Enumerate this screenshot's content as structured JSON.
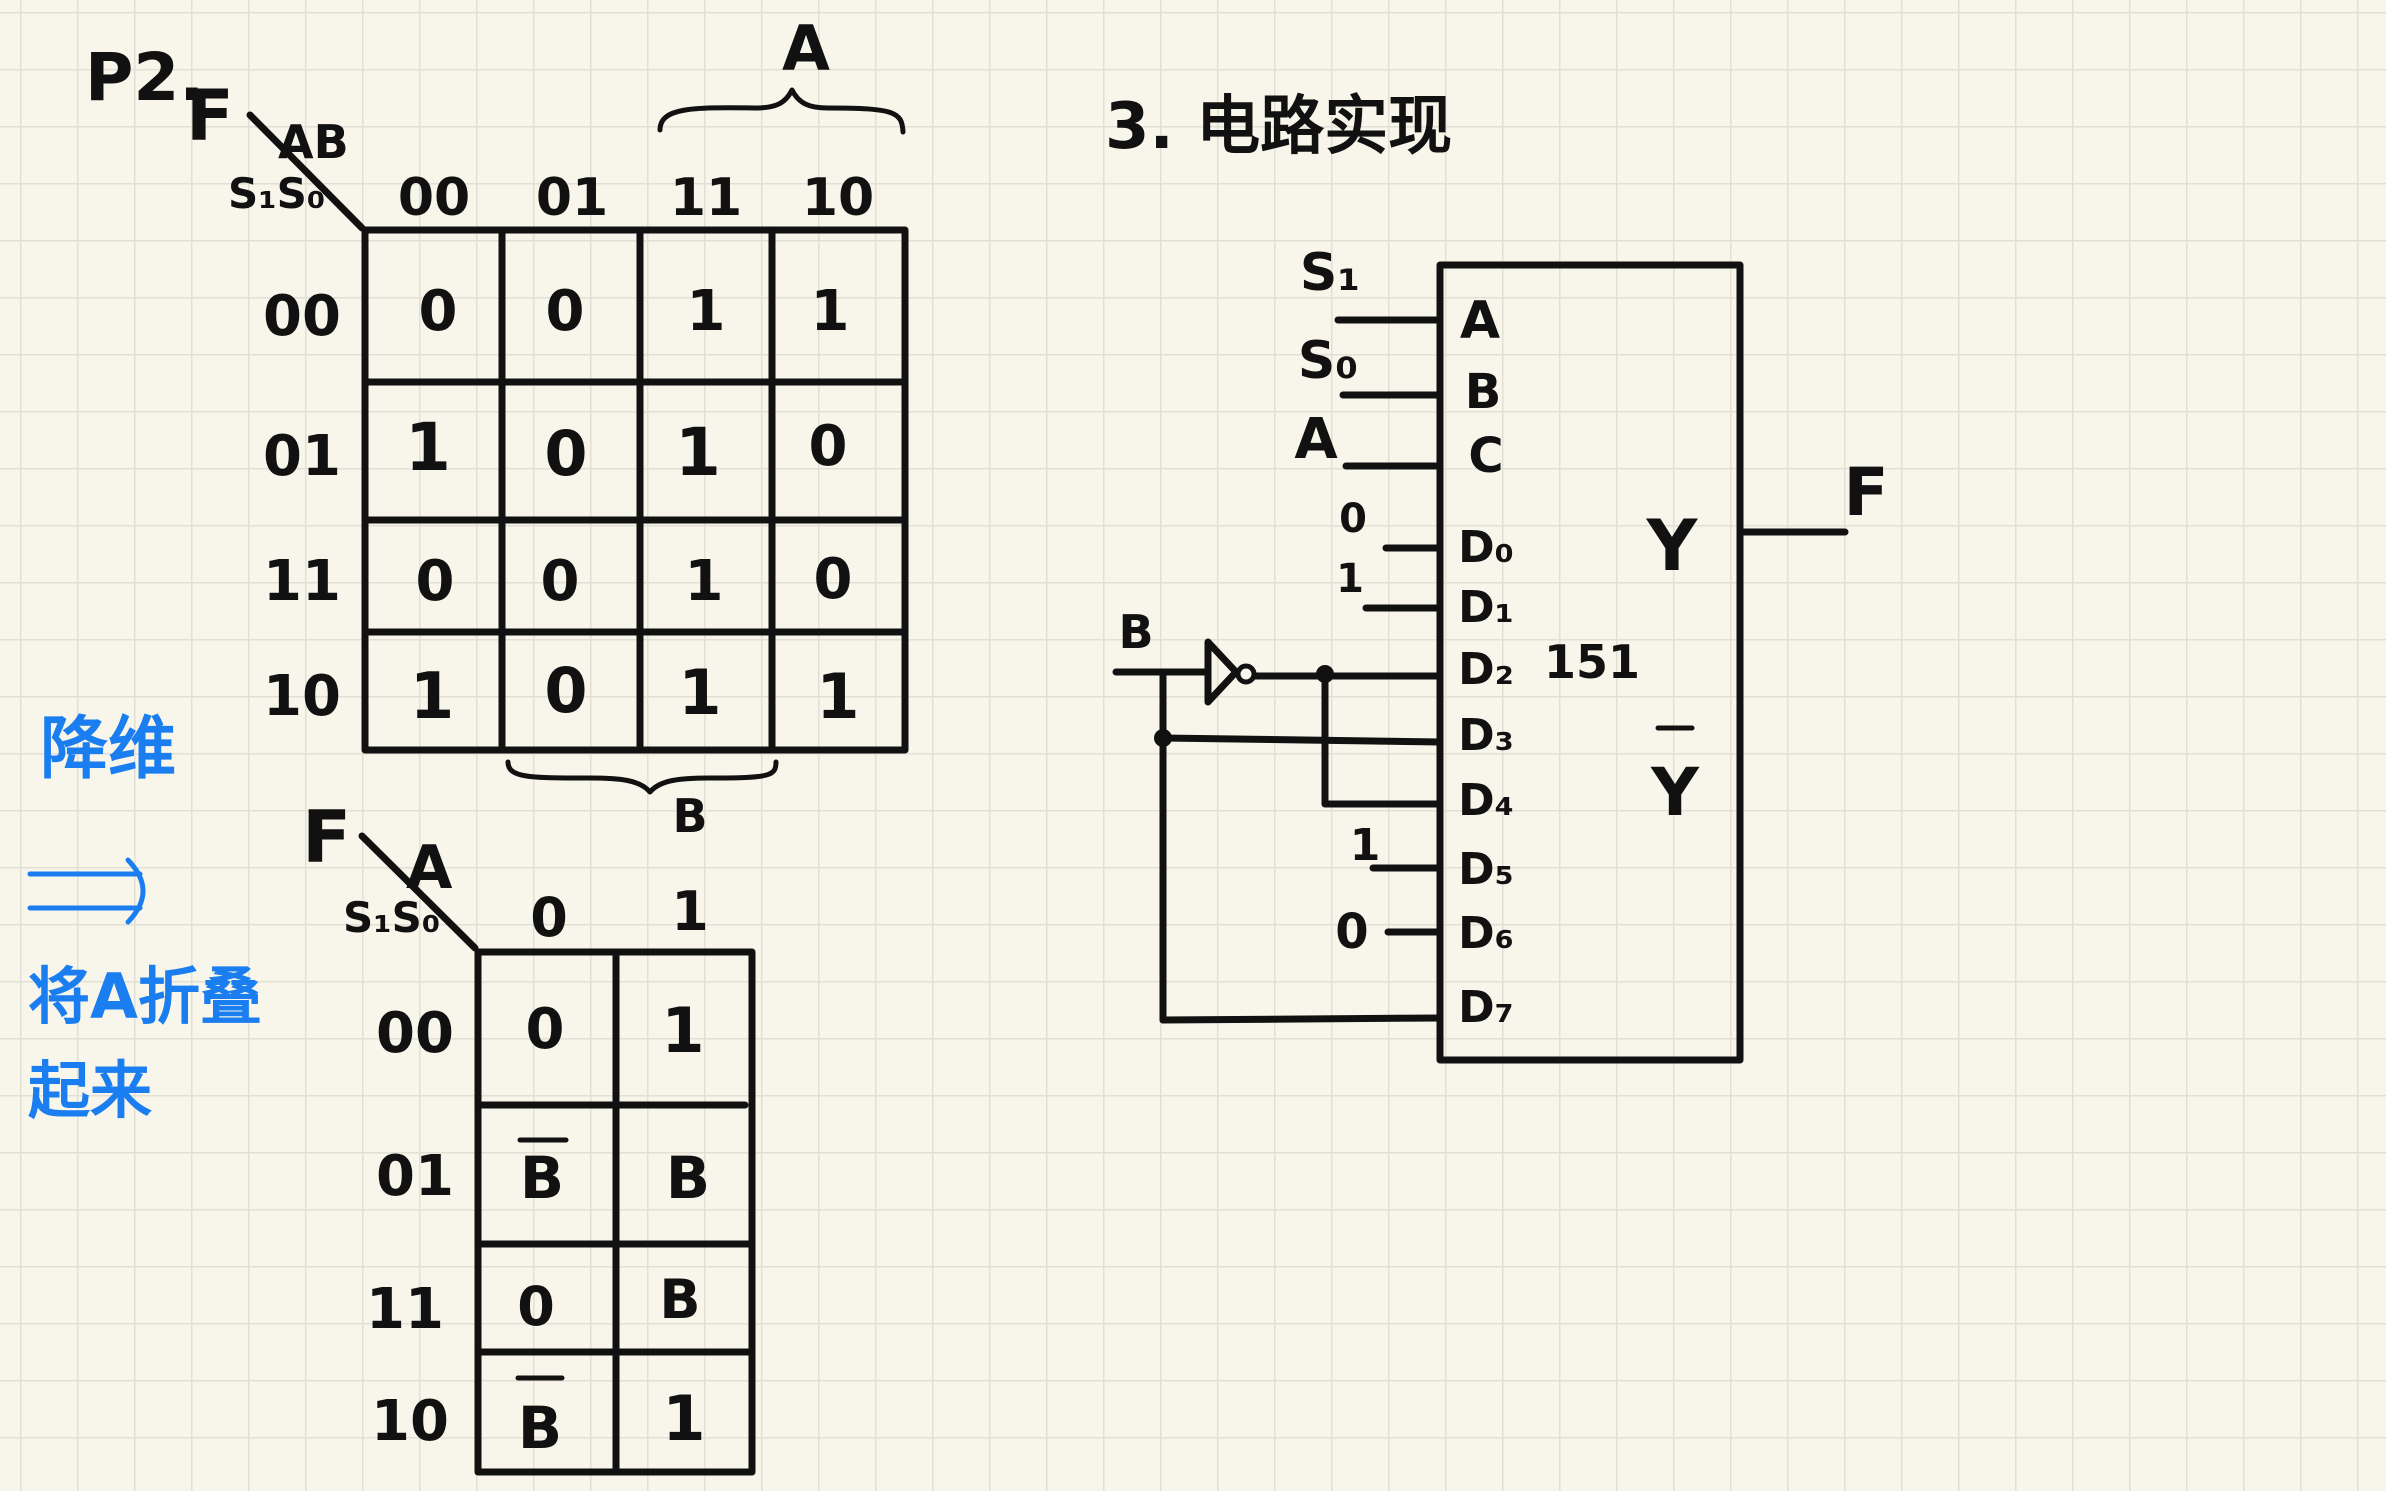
{
  "page_label": "P2.",
  "kmap1": {
    "func_label": "F",
    "col_var": "AB",
    "row_var": "S₁S₀",
    "col_headers": [
      "00",
      "01",
      "11",
      "10"
    ],
    "row_headers": [
      "00",
      "01",
      "11",
      "10"
    ],
    "cells": [
      [
        "0",
        "0",
        "1",
        "1"
      ],
      [
        "1",
        "0",
        "1",
        "0"
      ],
      [
        "0",
        "0",
        "1",
        "0"
      ],
      [
        "1",
        "0",
        "1",
        "1"
      ]
    ],
    "top_brace_label": "A",
    "bottom_brace_label": "B"
  },
  "note": {
    "line1": "降维",
    "arrow": "⟹",
    "line2": "将A折叠",
    "line3": "起来"
  },
  "kmap2": {
    "func_label": "F",
    "col_var": "A",
    "row_var": "S₁S₀",
    "col_headers": [
      "0",
      "1"
    ],
    "row_headers": [
      "00",
      "01",
      "11",
      "10"
    ],
    "cells": [
      [
        {
          "t": "0",
          "bar": false
        },
        {
          "t": "1",
          "bar": false
        }
      ],
      [
        {
          "t": "B",
          "bar": true
        },
        {
          "t": "B",
          "bar": false
        }
      ],
      [
        {
          "t": "0",
          "bar": false
        },
        {
          "t": "B",
          "bar": false
        }
      ],
      [
        {
          "t": "B",
          "bar": true
        },
        {
          "t": "1",
          "bar": false
        }
      ]
    ]
  },
  "circuit": {
    "heading": "3. 电路实现",
    "chip_name": "151",
    "input_pins": [
      "A",
      "B",
      "C"
    ],
    "input_signals": [
      "S₁",
      "S₀",
      "A"
    ],
    "data_pins": [
      "D₀",
      "D₁",
      "D₂",
      "D₃",
      "D₄",
      "D₅",
      "D₆",
      "D₇"
    ],
    "data_constants": {
      "D0": "0",
      "D1": "1",
      "D5": "1",
      "D6": "0"
    },
    "output_pin": "Y",
    "output_bar_pin": "Y",
    "output_label": "F",
    "b_input_label": "B"
  }
}
